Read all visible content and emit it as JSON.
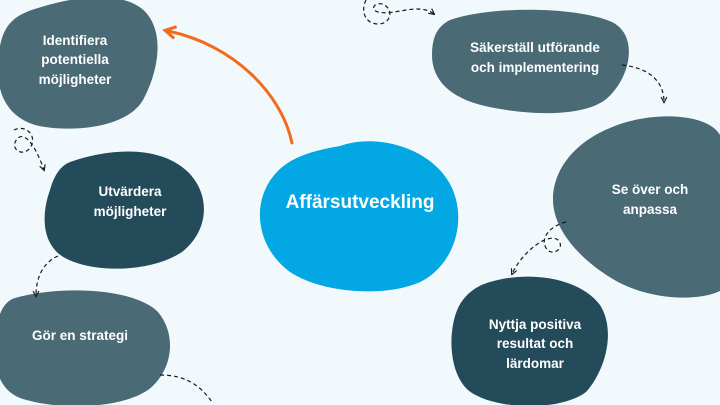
{
  "diagram": {
    "center": {
      "label": "Affärsutveckling",
      "color": "#02a7e3"
    },
    "nodes": [
      {
        "id": "identifiera",
        "label": "Identifiera\npotentiella\nmöjligheter",
        "color": "#4a6a75"
      },
      {
        "id": "utvardera",
        "label": "Utvärdera\nmöjligheter",
        "color": "#244b5a"
      },
      {
        "id": "strategi",
        "label": "Gör en strategi",
        "color": "#4a6a75"
      },
      {
        "id": "sakerstall",
        "label": "Säkerställ utförande\noch implementering",
        "color": "#4a6a75"
      },
      {
        "id": "se-over",
        "label": "Se över och\nanpassa",
        "color": "#4a6a75"
      },
      {
        "id": "nyttja",
        "label": "Nyttja positiva\nresultat och\nlärdomar",
        "color": "#244b5a"
      }
    ],
    "colors": {
      "background": "#f2f9fc",
      "arrow_accent": "#f26a1b",
      "connector": "#1a1a1a"
    }
  }
}
